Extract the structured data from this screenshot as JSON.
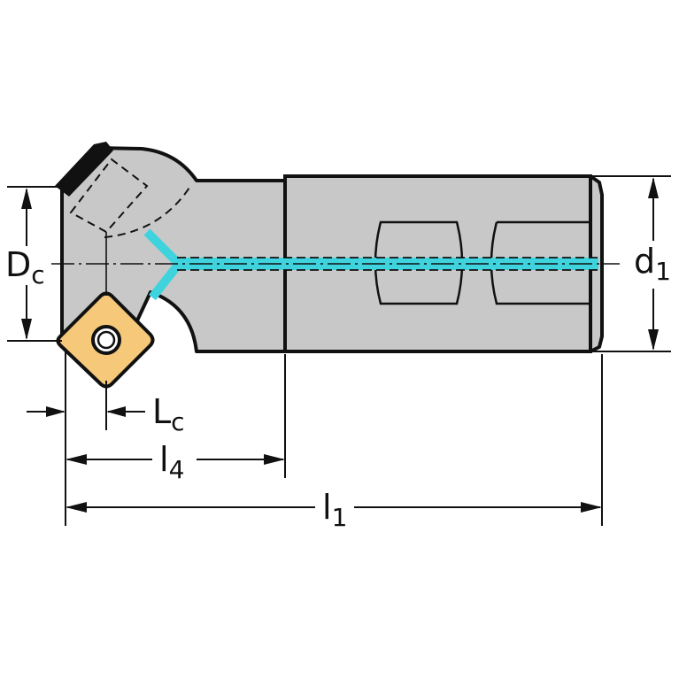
{
  "labels": {
    "cutting_diameter": {
      "main": "D",
      "sub": "c"
    },
    "shank_diameter": {
      "main": "d",
      "sub": "1"
    },
    "edge_length": {
      "main": "L",
      "sub": "c"
    },
    "head_length": {
      "main": "l",
      "sub": "4"
    },
    "overall_length": {
      "main": "l",
      "sub": "1"
    }
  },
  "colors": {
    "background": "#ffffff",
    "body_fill": "#c8c8c8",
    "outline": "#111111",
    "coolant": "#3fd3dd",
    "insert_fill": "#f5c87a",
    "dimension_line": "#111111"
  },
  "icons": [
    "insert-screw-icon"
  ]
}
